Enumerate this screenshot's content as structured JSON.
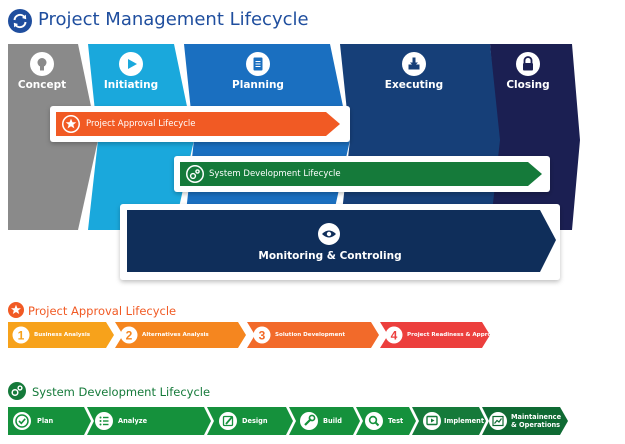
{
  "title": "Project Management Lifecycle",
  "phases": [
    {
      "label": "Concept",
      "color": "#8a8a8a",
      "icon": "lightbulb-icon"
    },
    {
      "label": "Initiating",
      "color": "#1aa8dc",
      "icon": "play-icon"
    },
    {
      "label": "Planning",
      "color": "#1a6fc0",
      "icon": "clipboard-icon"
    },
    {
      "label": "Executing",
      "color": "#163f78",
      "icon": "download-icon"
    },
    {
      "label": "Closing",
      "color": "#1b1f52",
      "icon": "lock-icon"
    }
  ],
  "bands": {
    "approval": {
      "label": "Project Approval Lifecycle",
      "color": "#f15a24",
      "icon": "star-icon"
    },
    "development": {
      "label": "System Development Lifecycle",
      "color": "#157a3a",
      "icon": "gears-icon"
    },
    "monitoring": {
      "label": "Monitoring & Controling",
      "color": "#0f2e5a",
      "icon": "eye-icon"
    }
  },
  "approval_section": {
    "title": "Project Approval Lifecycle",
    "color": "#f15a24",
    "steps": [
      {
        "num": "1",
        "label": "Business Analysis",
        "color": "#f7a21b"
      },
      {
        "num": "2",
        "label": "Alternatives Analysis",
        "color": "#f5861f"
      },
      {
        "num": "3",
        "label": "Solution Development",
        "color": "#f26a2a"
      },
      {
        "num": "4",
        "label": "Project Readiness & Approval",
        "color": "#ec3f3d"
      }
    ]
  },
  "development_section": {
    "title": "System Development Lifecycle",
    "color": "#157a3a",
    "steps": [
      {
        "label": "Plan",
        "icon": "check-circle-icon"
      },
      {
        "label": "Analyze",
        "icon": "list-icon"
      },
      {
        "label": "Design",
        "icon": "pencil-icon"
      },
      {
        "label": "Build",
        "icon": "wrench-icon"
      },
      {
        "label": "Test",
        "icon": "magnifier-icon"
      },
      {
        "label": "Implement",
        "icon": "monitor-icon"
      },
      {
        "label": "Maintainence & Operations",
        "icon": "chart-icon"
      }
    ]
  }
}
